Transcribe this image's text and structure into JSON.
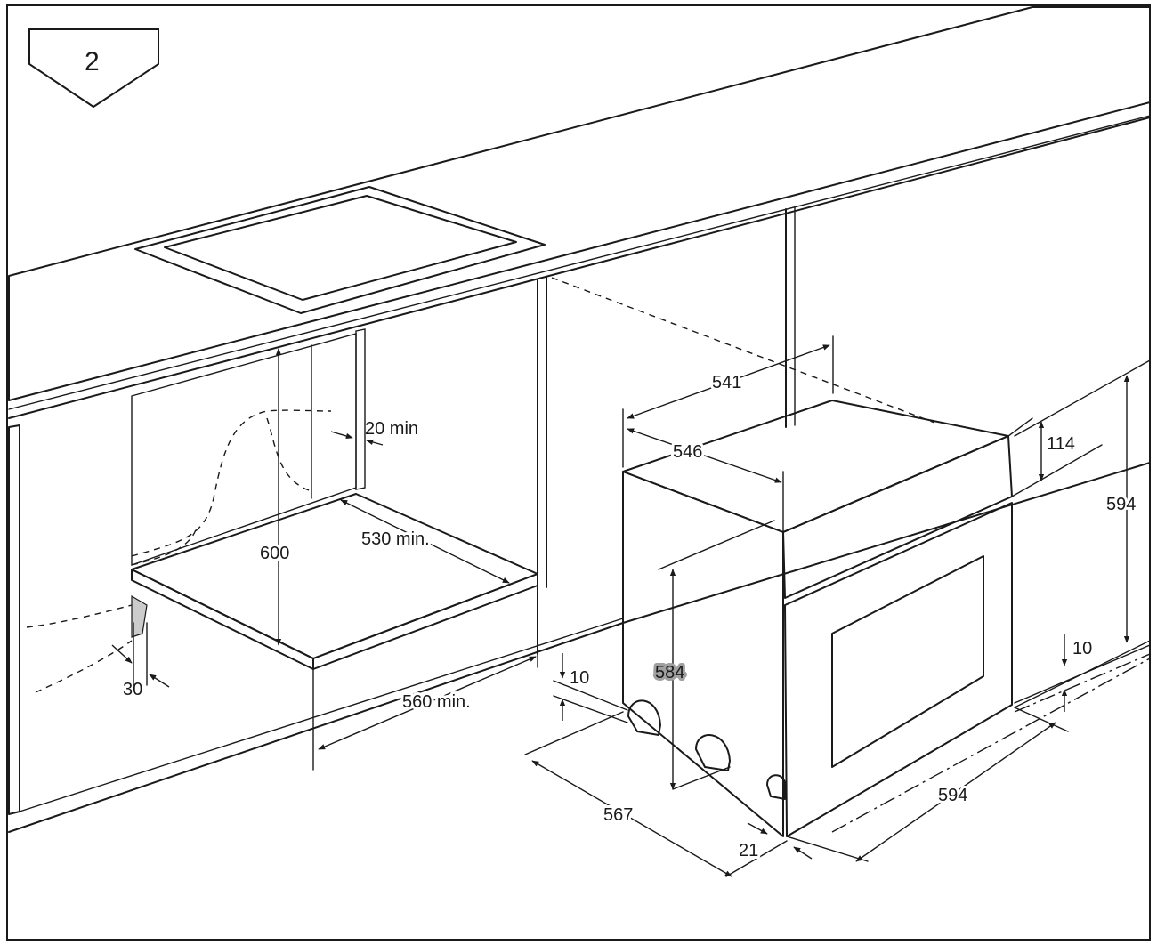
{
  "figure": {
    "step_number": "2"
  },
  "dimensions": {
    "d600": "600",
    "d20min": "20 min",
    "d530min": "530 min.",
    "d560min": "560 min.",
    "d30": "30",
    "d541": "541",
    "d546": "546",
    "d114": "114",
    "d594_height": "594",
    "d584": "584",
    "d10_left": "10",
    "d10_right": "10",
    "d567": "567",
    "d21": "21",
    "d594_width": "594"
  },
  "colors": {
    "oven_front": "#ababab",
    "oven_side": "#a0a0a0",
    "oven_top": "#8f8f8f",
    "oven_panel": "#b3b3b3",
    "window": "#ffffff",
    "cabinet_back": "#d6d6d6",
    "line": "#1a1a1a"
  }
}
